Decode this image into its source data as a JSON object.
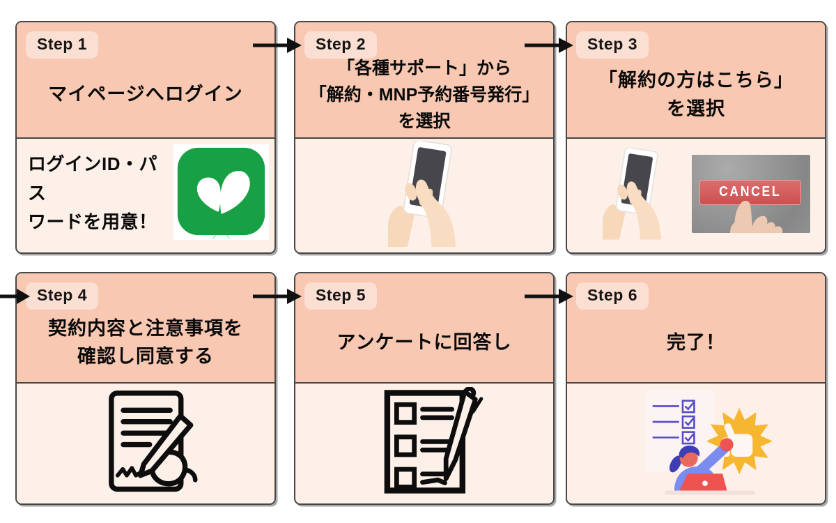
{
  "page": {
    "background": "#ffffff",
    "language": "ja"
  },
  "colors": {
    "card_border": "#474747",
    "header_bg": "#f8c8b2",
    "body_bg": "#fdf0e9",
    "badge_bg": "#fcdfd3",
    "text": "#0a0a0a",
    "arrow": "#111111",
    "app_green": "#18a144",
    "cancel_red": "#cb5151",
    "star_yellow": "#f6b62f",
    "person_blue": "#7a8cf0",
    "person_red": "#ee5350",
    "checklist_purple": "#564cc5"
  },
  "steps": [
    {
      "badge": "Step 1",
      "title_lines": [
        "マイページへログイン"
      ],
      "note_lines": [
        "ログインID・パス",
        "ワードを用意！"
      ],
      "illustration": "mineo-app-icon"
    },
    {
      "badge": "Step 2",
      "title_lines": [
        "「各種サポート」から",
        "「解約・MNP予約番号発行」",
        "を選択"
      ],
      "illustration": "hand-tapping-smartphone"
    },
    {
      "badge": "Step 3",
      "title_lines": [
        "「解約の方はこちら」",
        "を選択"
      ],
      "illustration": "hand-tapping-smartphone + cancel-button-photo",
      "cancel_label": "CANCEL"
    },
    {
      "badge": "Step 4",
      "title_lines": [
        "契約内容と注意事項を",
        "確認し同意する"
      ],
      "illustration": "contract-signing-icon"
    },
    {
      "badge": "Step 5",
      "title_lines": [
        "アンケートに回答し"
      ],
      "illustration": "survey-checklist-icon"
    },
    {
      "badge": "Step 6",
      "title_lines": [
        "完了！"
      ],
      "illustration": "celebration-thumbs-up-illustration"
    }
  ]
}
